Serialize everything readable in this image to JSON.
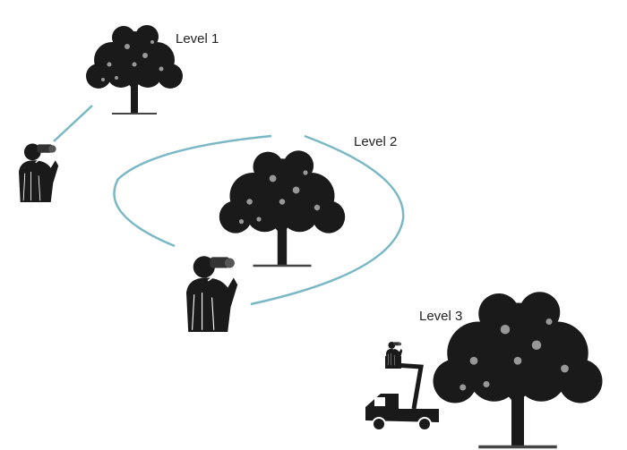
{
  "labels": {
    "level1": "Level 1",
    "level2": "Level 2",
    "level3": "Level 3"
  },
  "colors": {
    "line": "#7ab8c6",
    "ink": "#1a1a1a"
  },
  "icons": [
    "tree-icon",
    "person-with-binoculars-icon",
    "bucket-truck-icon"
  ]
}
